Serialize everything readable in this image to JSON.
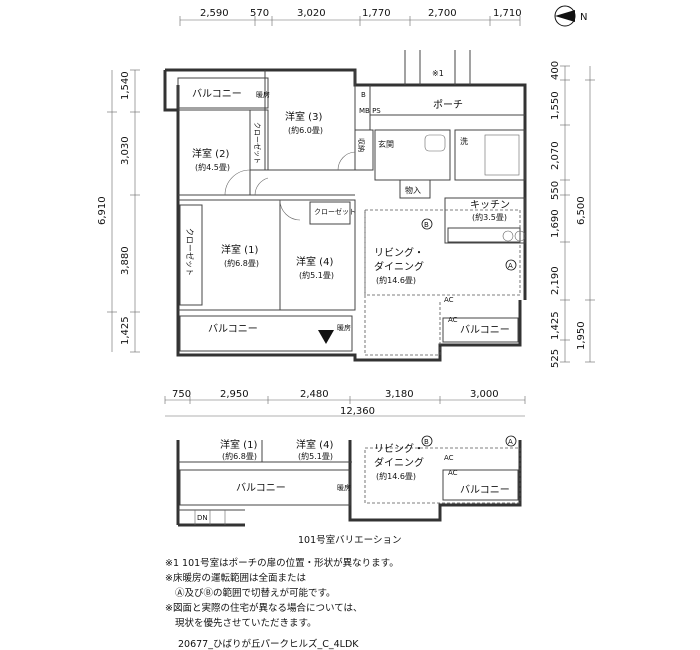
{
  "dims_top": [
    "2,590",
    "570",
    "3,020",
    "1,770",
    "2,700",
    "1,710"
  ],
  "dims_left": [
    "1,540",
    "3,030",
    "6,910",
    "3,880",
    "1,425"
  ],
  "dims_right": [
    "400",
    "1,550",
    "2,070",
    "550",
    "1,690",
    "6,500",
    "2,190",
    "1,425",
    "1,950",
    "525"
  ],
  "dims_bottom": [
    "750",
    "2,950",
    "2,480",
    "3,180",
    "3,000"
  ],
  "dims_total": "12,360",
  "north_label": "N",
  "rooms": {
    "balcony_top": "バルコニー",
    "youshitsu3": "洋室 (3)",
    "youshitsu3_area": "(約6.0畳)",
    "closet": "クローゼット",
    "youshitsu2": "洋室 (2)",
    "youshitsu2_area": "(約4.5畳)",
    "youshitsu1": "洋室 (1)",
    "youshitsu1_area": "(約6.8畳)",
    "youshitsu4": "洋室 (4)",
    "youshitsu4_area": "(約5.1畳)",
    "living1": "リビング・",
    "living2": "ダイニング",
    "living_area": "(約14.6畳)",
    "kitchen": "キッチン",
    "kitchen_area": "(約3.5畳)",
    "porch": "ポーチ",
    "genkan": "玄関",
    "shuno": "収納",
    "monoire": "物入",
    "sen": "洗",
    "balcony_bottom_left": "バルコニー",
    "balcony_bottom_right": "バルコニー",
    "danbou": "暖房",
    "mark_b": "B",
    "mbps": "MB PS",
    "note1_mark": "※1",
    "circle_a": "A",
    "circle_b": "B",
    "ac": "AC",
    "dn": "DN"
  },
  "variation_caption": "101号室バリエーション",
  "notes": [
    "※1  101号室はポーチの扉の位置・形状が異なります。",
    "※床暖房の運転範囲は全面または",
    "Ⓐ及びⒷの範囲で切替えが可能です。",
    "※図面と実際の住宅が異なる場合については、",
    "現状を優先させていただきます。"
  ],
  "footer": "20677_ひばりが丘パークヒルズ_C_4LDK"
}
